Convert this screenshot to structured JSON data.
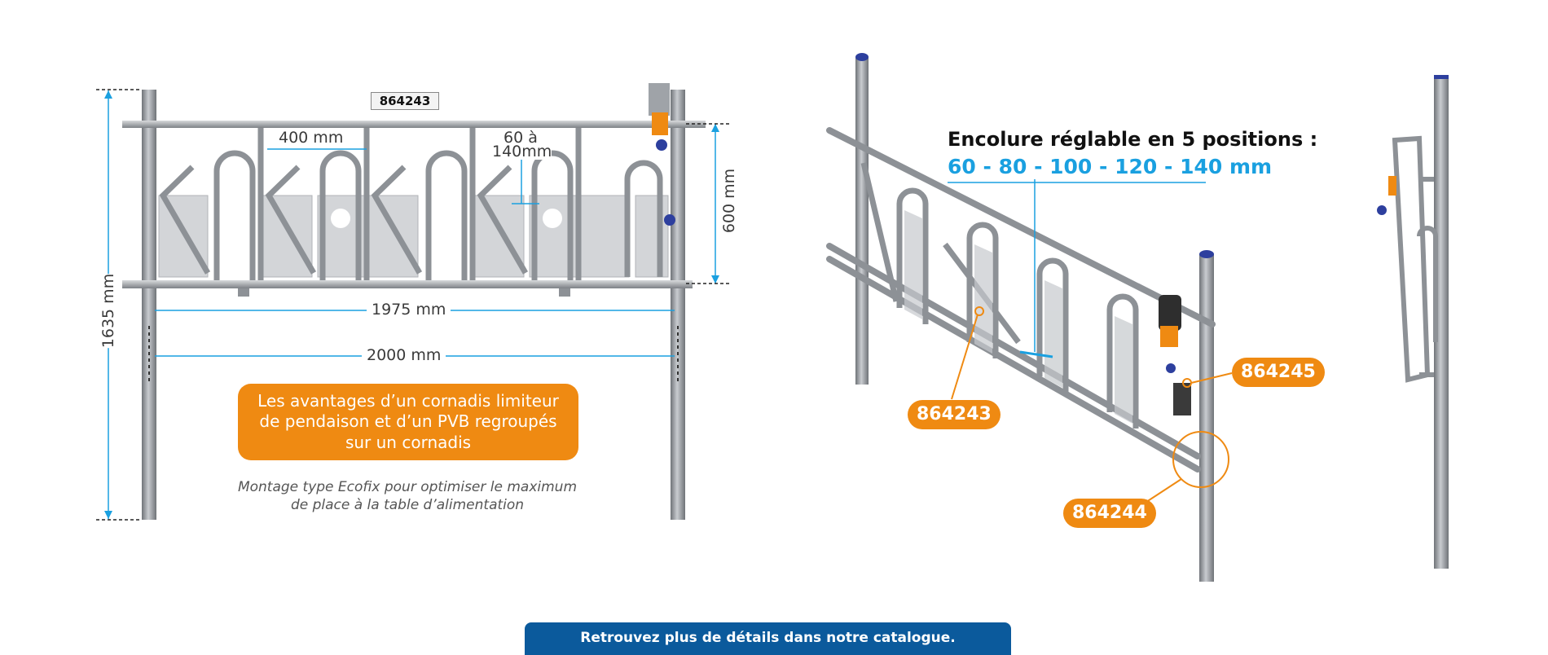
{
  "left_view": {
    "reference": "864243",
    "dimensions": {
      "slot_width": "400 mm",
      "neck_range_line1": "60 à",
      "neck_range_line2": "140mm",
      "frame_height": "600 mm",
      "total_height": "1635 mm",
      "inner_width": "1975 mm",
      "outer_width": "2000 mm"
    },
    "callout": "Les avantages d’un cornadis limiteur de pendaison et d’un PVB regroupés sur un cornadis",
    "caption_line1": "Montage type Ecofix pour optimiser le maximum",
    "caption_line2": "de place à la table d’alimentation"
  },
  "right_view": {
    "headline": "Encolure réglable en 5 positions :",
    "positions": "60 - 80 - 100 - 120 - 140 mm",
    "tags": {
      "a": "864243",
      "b": "864245",
      "c": "864244"
    }
  },
  "footer": {
    "label": "Retrouvez plus de détails dans notre catalogue."
  },
  "colors": {
    "accent_orange": "#ef8a12",
    "dimension_blue": "#1aa0e0",
    "footer_blue": "#0b5a9c",
    "steel": "#9a9ea3"
  }
}
